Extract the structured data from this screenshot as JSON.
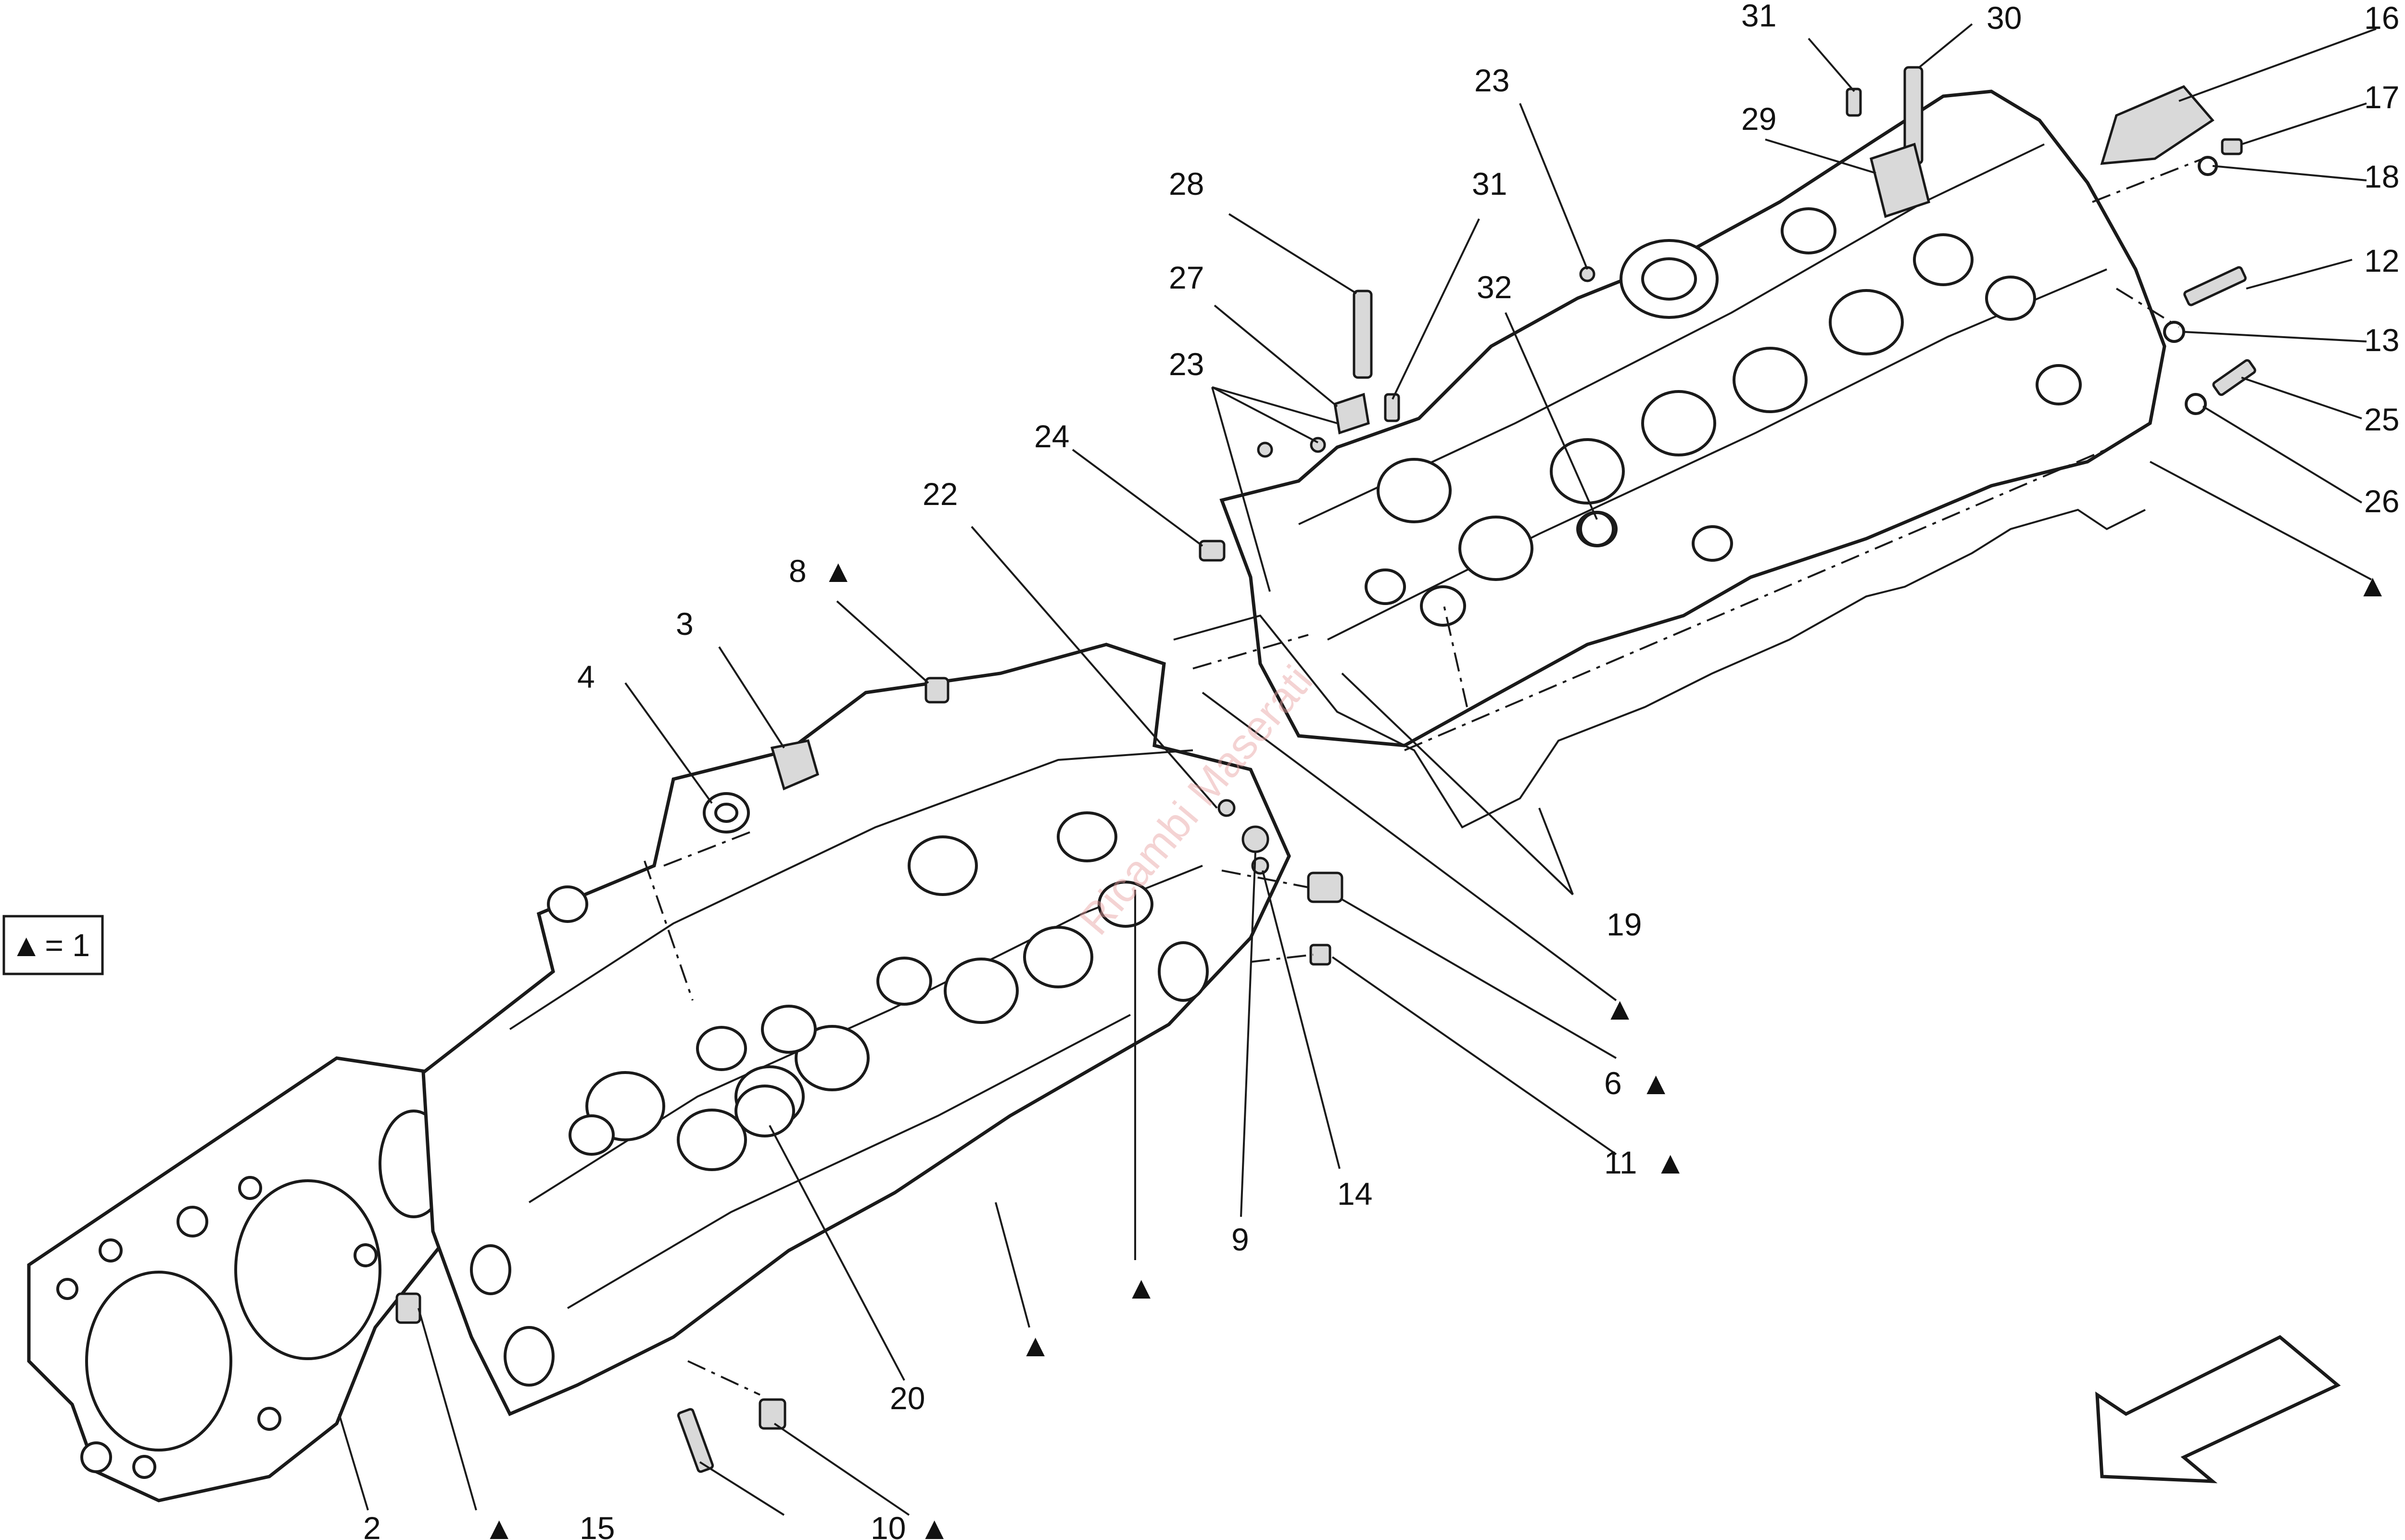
{
  "legend": {
    "symbol": "▲",
    "text": "= 1"
  },
  "triangle": "▲",
  "labels": {
    "l2": "2",
    "l3": "3",
    "l4": "4",
    "l6": "6",
    "l8": "8",
    "l9": "9",
    "l10": "10",
    "l11": "11",
    "l12": "12",
    "l13": "13",
    "l14": "14",
    "l15": "15",
    "l16": "16",
    "l17": "17",
    "l18": "18",
    "l19": "19",
    "l20": "20",
    "l22": "22",
    "l23a": "23",
    "l23b": "23",
    "l24": "24",
    "l25": "25",
    "l26": "26",
    "l27": "27",
    "l28": "28",
    "l29": "29",
    "l30": "30",
    "l31a": "31",
    "l31b": "31",
    "l32": "32"
  },
  "watermark": "Ricambi Maserati",
  "icons": {
    "direction": "direction-arrow-icon"
  },
  "colors": {
    "line": "#1a1a1a",
    "background": "#ffffff"
  }
}
